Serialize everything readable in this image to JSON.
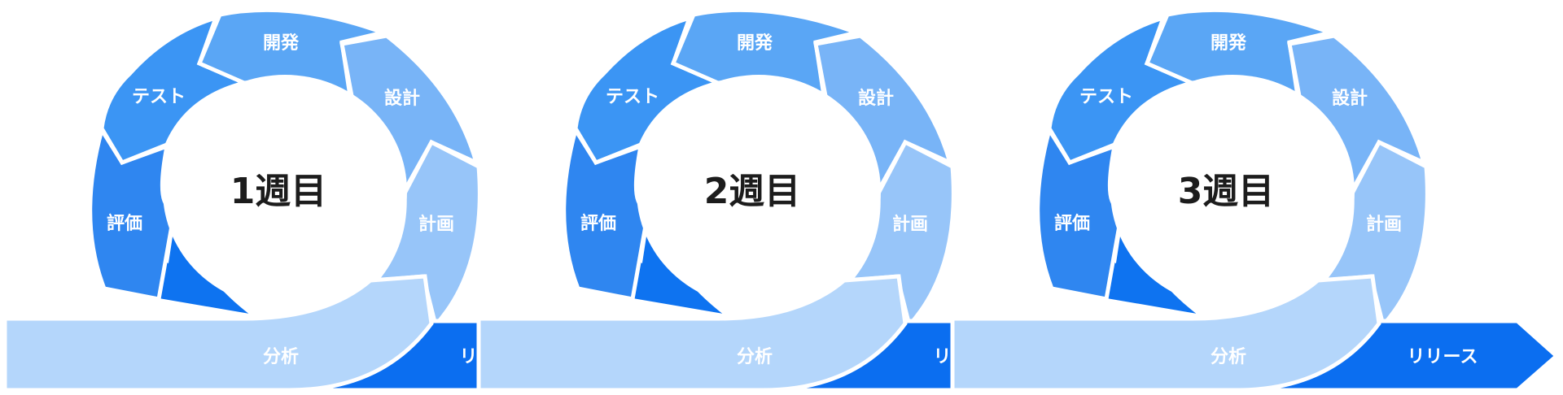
{
  "colors": {
    "c_kaihatsu": "#5aa6f5",
    "c_sekkei": "#78b4f7",
    "c_keikaku": "#97c5f9",
    "c_bunseki": "#b4d6fb",
    "c_test": "#3b95f4",
    "c_hyouka": "#2f86f0",
    "c_release": "#0b6ef0",
    "c_bottom": "#0e73f0",
    "stroke": "#ffffff",
    "center_text": "#1c1c1c",
    "label_text": "#ffffff"
  },
  "cycles": [
    {
      "title": "1週目",
      "steps": {
        "kaihatsu": "開発",
        "sekkei": "設計",
        "keikaku": "計画",
        "bunseki": "分析",
        "test": "テスト",
        "hyouka": "評価"
      },
      "release": "リリース"
    },
    {
      "title": "2週目",
      "steps": {
        "kaihatsu": "開発",
        "sekkei": "設計",
        "keikaku": "計画",
        "bunseki": "分析",
        "test": "テスト",
        "hyouka": "評価"
      },
      "release": "リリース"
    },
    {
      "title": "3週目",
      "steps": {
        "kaihatsu": "開発",
        "sekkei": "設計",
        "keikaku": "計画",
        "bunseki": "分析",
        "test": "テスト",
        "hyouka": "評価"
      },
      "release": "リリース"
    }
  ]
}
